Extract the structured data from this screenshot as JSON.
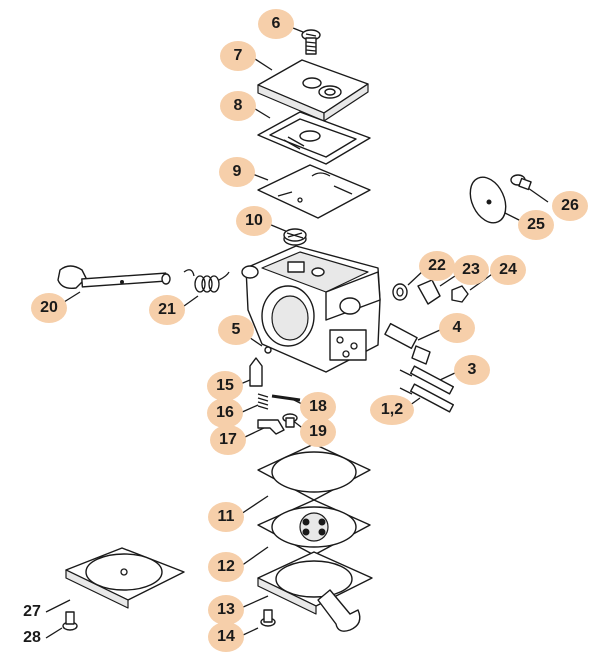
{
  "callouts": [
    {
      "id": "c6",
      "label": "6"
    },
    {
      "id": "c7",
      "label": "7"
    },
    {
      "id": "c8",
      "label": "8"
    },
    {
      "id": "c9",
      "label": "9"
    },
    {
      "id": "c10",
      "label": "10"
    },
    {
      "id": "c26",
      "label": "26"
    },
    {
      "id": "c25",
      "label": "25"
    },
    {
      "id": "c22",
      "label": "22"
    },
    {
      "id": "c23",
      "label": "23"
    },
    {
      "id": "c24",
      "label": "24"
    },
    {
      "id": "c20",
      "label": "20"
    },
    {
      "id": "c21",
      "label": "21"
    },
    {
      "id": "c5",
      "label": "5"
    },
    {
      "id": "c4",
      "label": "4"
    },
    {
      "id": "c3",
      "label": "3"
    },
    {
      "id": "c15",
      "label": "15"
    },
    {
      "id": "c16",
      "label": "16"
    },
    {
      "id": "c17",
      "label": "17"
    },
    {
      "id": "c18",
      "label": "18"
    },
    {
      "id": "c19",
      "label": "19"
    },
    {
      "id": "c12a",
      "label": "1,2"
    },
    {
      "id": "c11",
      "label": "11"
    },
    {
      "id": "c12",
      "label": "12"
    },
    {
      "id": "c13",
      "label": "13"
    },
    {
      "id": "c14",
      "label": "14"
    },
    {
      "id": "c27",
      "label": "27"
    },
    {
      "id": "c28",
      "label": "28"
    }
  ],
  "colors": {
    "callout_fill": "#f6cfaa",
    "line": "#1a1a1a"
  }
}
